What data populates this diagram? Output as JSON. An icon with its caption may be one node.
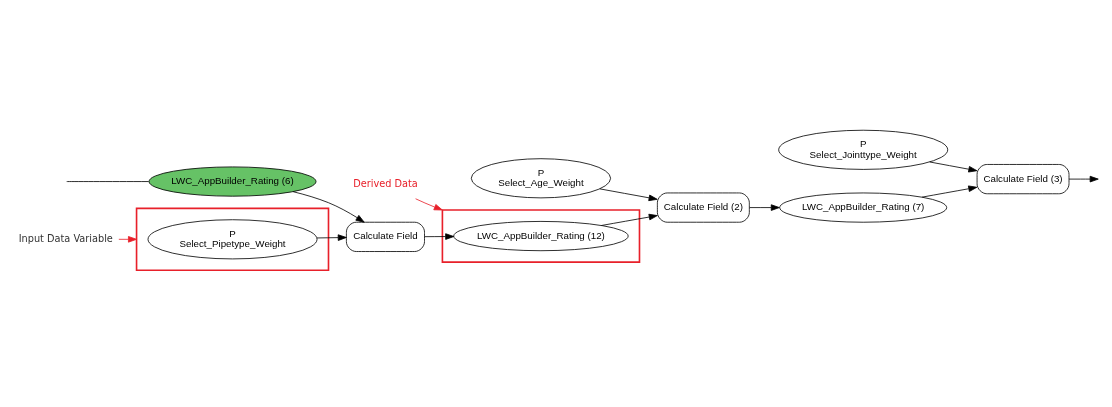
{
  "diagram": {
    "nodes": [
      {
        "text": [],
        "shape": "box"
      },
      {
        "text": [
          "P",
          "Select_Pipetype_Weight"
        ],
        "in": 0
      },
      {
        "text": [
          "Input Data Variable"
        ]
      },
      {
        "text": [
          "Calculate Field"
        ]
      },
      {
        "text": [
          "LWC_AppBuilder_Rating (6)"
        ]
      },
      {
        "text": [],
        "shape": "box"
      },
      {
        "text": [
          "LWC_AppBuilder_Rating (12)"
        ],
        "in": 5
      },
      {
        "text": [
          "Derived Data"
        ]
      },
      {
        "text": [
          "P",
          "Select_Age_Weight"
        ]
      },
      {
        "text": [
          "Calculate Field (2)"
        ]
      },
      {
        "text": [
          "LWC_AppBuilder_Rating (7)"
        ]
      },
      {
        "text": [
          "Calculate Field (3)"
        ]
      },
      {
        "text": [
          "P",
          "Select_Jointtype_Weight"
        ]
      }
    ],
    "edges": [
      {
        "from": null,
        "to": 4,
        "arrow": "none"
      },
      {
        "from": 1,
        "to": 3,
        "arrow": "to"
      },
      {
        "from": 4,
        "to": 3,
        "arrow": "to"
      },
      {
        "from": 2,
        "to": 0,
        "arrow": "to",
        "color": "#e8202a"
      },
      {
        "from": 3,
        "to": 6,
        "arrow": "to"
      },
      {
        "from": 6,
        "to": 9,
        "arrow": "to"
      },
      {
        "from": 7,
        "to": 5,
        "arrow": "to",
        "color": "#e8202a"
      },
      {
        "from": 8,
        "to": 9,
        "arrow": "to"
      },
      {
        "from": 9,
        "to": 10,
        "arrow": "to"
      },
      {
        "from": 10,
        "to": 11,
        "arrow": "to"
      },
      {
        "from": 12,
        "to": 11,
        "arrow": "to"
      },
      {
        "from": 11,
        "to": null,
        "arrow": "to"
      }
    ]
  }
}
